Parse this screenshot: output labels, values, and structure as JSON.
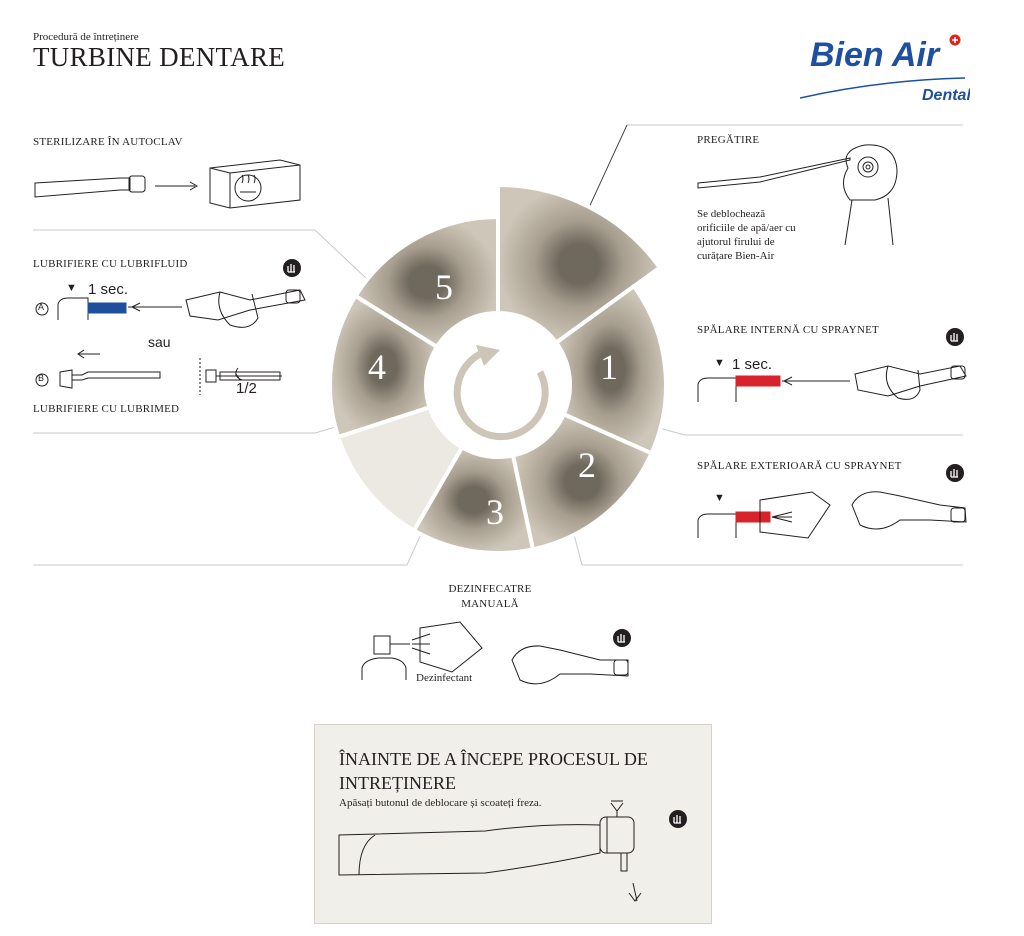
{
  "header": {
    "subtitle": "Procedură de întreținere",
    "title": "TURBINE DENTARE"
  },
  "logo": {
    "brand": "Bien Air",
    "subbrand": "Dental",
    "brand_color": "#1f4fa0",
    "accent_color": "#e2231a"
  },
  "cycle": {
    "steps": [
      "1",
      "2",
      "3",
      "4",
      "5"
    ],
    "colors": {
      "wheel": "#c8bfb1",
      "dark": "#8a8275",
      "light": "#ece8e2"
    }
  },
  "sections": {
    "autoclave": {
      "label": "STERILIZARE ÎN AUTOCLAV"
    },
    "lubrifluid": {
      "label": "LUBRIFIERE CU LUBRIFLUID",
      "option_a": "A",
      "duration": "1 sec.",
      "or_text": "sau",
      "option_b": "B",
      "turn": "1/2",
      "label_b": "LUBRIFIERE CU LUBRIMED"
    },
    "preparation": {
      "label": "PREGĂTIRE",
      "text_lines": [
        "Se deblochează",
        "orificiile de apă/aer cu",
        "ajutorul firului de",
        "curățare Bien-Air"
      ]
    },
    "internal_wash": {
      "label": "SPĂLARE INTERNĂ CU SPRAYNET",
      "duration": "1 sec."
    },
    "external_wash": {
      "label": "SPĂLARE EXTERIOARĂ CU SPRAYNET"
    },
    "disinfection": {
      "label_lines": [
        "DEZINFECATRE",
        "MANUALĂ"
      ],
      "product": "Dezinfectant"
    }
  },
  "before": {
    "title_lines": [
      "ÎNAINTE DE A ÎNCEPE PROCESUL DE",
      "INTREȚINERE"
    ],
    "text": "Apăsați butonul de deblocare și scoateți freza."
  },
  "icons": {
    "glove": "glove-icon",
    "autoclave": "autoclave-icon",
    "handpiece": "handpiece-icon",
    "spray_can": "spray-can-icon",
    "wipe_hand": "hand-wipe-icon"
  }
}
